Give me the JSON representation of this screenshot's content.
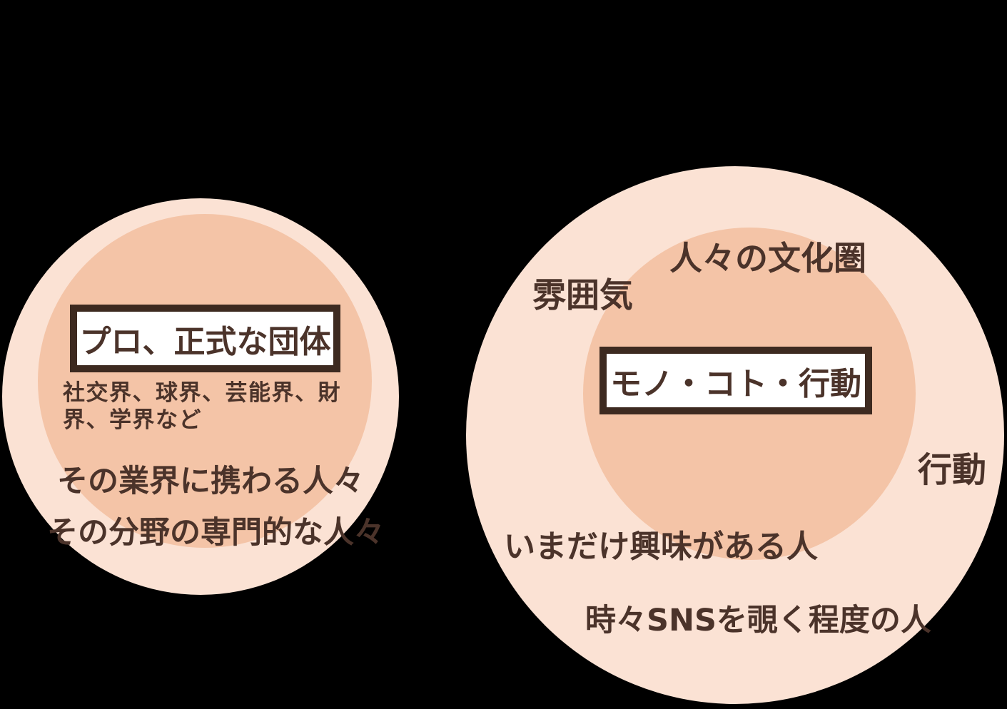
{
  "diagram": {
    "background_color": "#000000",
    "colors": {
      "outer_circle": "#FBE2D4",
      "inner_circle": "#F4C4A7",
      "text": "#4B332A",
      "box_border": "#3D2A20",
      "box_fill": "#FFFFFF"
    },
    "left_group": {
      "box_label": "プロ、正式な団体",
      "inner_note": "社交界、球界、芸能界、財界、学界など",
      "outer_label_1": "その業界に携わる人々",
      "outer_label_2": "その分野の専門的な人々"
    },
    "right_group": {
      "box_label": "モノ・コト・行動",
      "culture_label": "人々の文化圏",
      "atmosphere_label": "雰囲気",
      "action_label": "行動",
      "interest_label": "いまだけ興味がある人",
      "sns_label": "時々SNSを覗く程度の人"
    }
  }
}
